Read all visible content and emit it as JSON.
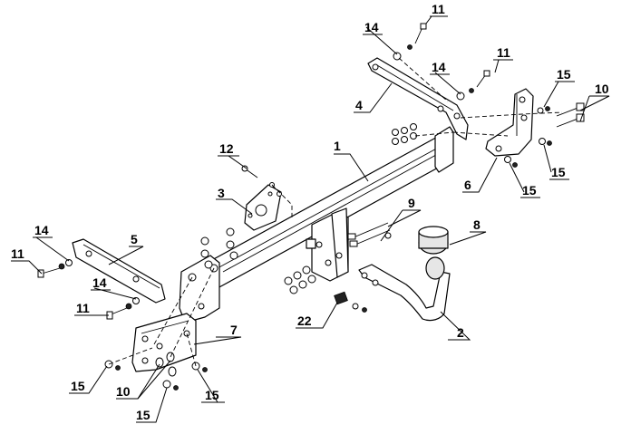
{
  "callouts": [
    {
      "id": "c1",
      "label": "1"
    },
    {
      "id": "c2",
      "label": "2"
    },
    {
      "id": "c3",
      "label": "3"
    },
    {
      "id": "c4",
      "label": "4"
    },
    {
      "id": "c5",
      "label": "5"
    },
    {
      "id": "c6",
      "label": "6"
    },
    {
      "id": "c7",
      "label": "7"
    },
    {
      "id": "c8",
      "label": "8"
    },
    {
      "id": "c9",
      "label": "9"
    },
    {
      "id": "c10a",
      "label": "10"
    },
    {
      "id": "c10b",
      "label": "10"
    },
    {
      "id": "c11a",
      "label": "11"
    },
    {
      "id": "c11b",
      "label": "11"
    },
    {
      "id": "c11c",
      "label": "11"
    },
    {
      "id": "c11d",
      "label": "11"
    },
    {
      "id": "c12",
      "label": "12"
    },
    {
      "id": "c14a",
      "label": "14"
    },
    {
      "id": "c14b",
      "label": "14"
    },
    {
      "id": "c14c",
      "label": "14"
    },
    {
      "id": "c14d",
      "label": "14"
    },
    {
      "id": "c15a",
      "label": "15"
    },
    {
      "id": "c15b",
      "label": "15"
    },
    {
      "id": "c15c",
      "label": "15"
    },
    {
      "id": "c15d",
      "label": "15"
    },
    {
      "id": "c15e",
      "label": "15"
    },
    {
      "id": "c22",
      "label": "22"
    }
  ],
  "colors": {
    "line": "#000000",
    "background": "#ffffff",
    "shade": "#e6e6e6"
  }
}
